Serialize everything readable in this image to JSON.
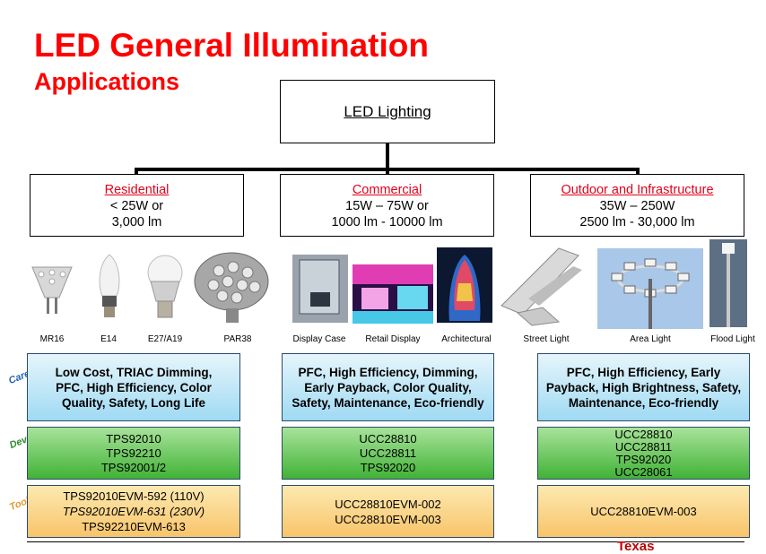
{
  "title": "LED General Illumination",
  "subtitle": "Applications",
  "root": "LED Lighting",
  "categories": [
    {
      "name": "Residential",
      "line1": "< 25W or",
      "line2": "3,000 lm"
    },
    {
      "name": "Commercial",
      "line1": "15W – 75W or",
      "line2": "1000 lm - 10000 lm"
    },
    {
      "name": "Outdoor and Infrastructure",
      "line1": "35W – 250W",
      "line2": "2500 lm - 30,000 lm"
    }
  ],
  "products": [
    "MR16",
    "E14",
    "E27/A19",
    "PAR38",
    "Display Case",
    "Retail Display",
    "Architectural",
    "Street Light",
    "Area Light",
    "Flood Light"
  ],
  "side_labels": {
    "careabouts": "Careabouts",
    "devices": "Devices",
    "tools": "Tools"
  },
  "careabouts": [
    "Low Cost, TRIAC Dimming, PFC, High Efficiency, Color Quality, Safety, Long Life",
    "PFC, High Efficiency, Dimming, Early Payback, Color Quality, Safety, Maintenance, Eco-friendly",
    "PFC, High Efficiency, Early Payback, High Brightness, Safety, Maintenance, Eco-friendly"
  ],
  "devices": [
    [
      "TPS92010",
      "TPS92210",
      "TPS92001/2"
    ],
    [
      "UCC28810",
      "UCC28811",
      "TPS92020"
    ],
    [
      "UCC28810",
      "UCC28811",
      "TPS92020",
      "UCC28061"
    ]
  ],
  "tools": [
    [
      "TPS92010EVM-592 (110V)",
      "TPS92010EVM-631 (230V)",
      "TPS92210EVM-613"
    ],
    [
      "UCC28810EVM-002",
      "UCC28810EVM-003"
    ],
    [
      "UCC28810EVM-003"
    ]
  ],
  "footer_logo": "Texas"
}
